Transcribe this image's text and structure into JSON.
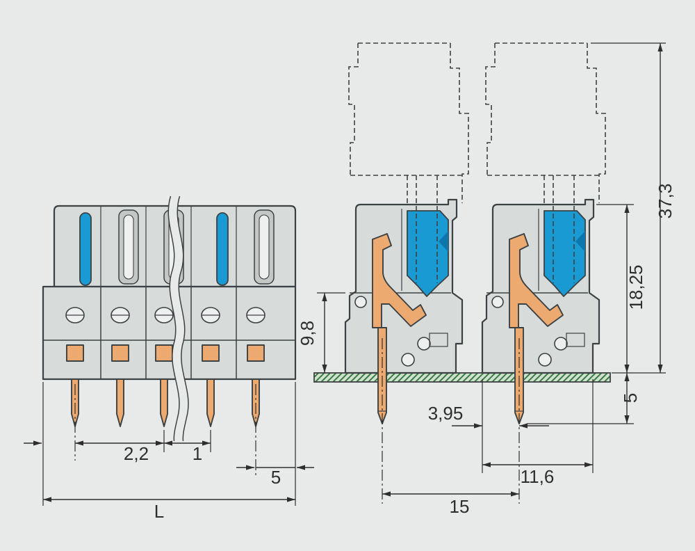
{
  "drawing": {
    "kind": "technical-dimension-drawing",
    "views": {
      "front_view": "multi-pole connector, front elevation with break line",
      "side_view": "two connector cross-sections on PCB with dashed mating-plug outline"
    }
  },
  "labels": {
    "front_spacing": "2,2",
    "front_pin_width": "1",
    "front_pitch": "5",
    "front_length": "L",
    "side_clamp_height": "9,8",
    "side_pin_inset": "3,95",
    "side_width": "11,6",
    "side_pitch": "15",
    "side_pin_length": "5",
    "side_body_height": "18,25",
    "side_total_height": "37,3"
  },
  "colors": {
    "background": "#e8eae9",
    "outline": "#3c4143",
    "body": "#d7dbda",
    "slot": "#c3c8c7",
    "hole": "#eef0ef",
    "blue": "#1a9ad3",
    "blue_dark": "#0d76ac",
    "copper": "#edaa70",
    "pcb_fill": "#cfe2cf",
    "pcb_line": "#3c7a44",
    "dim": "#2e2e2e"
  }
}
